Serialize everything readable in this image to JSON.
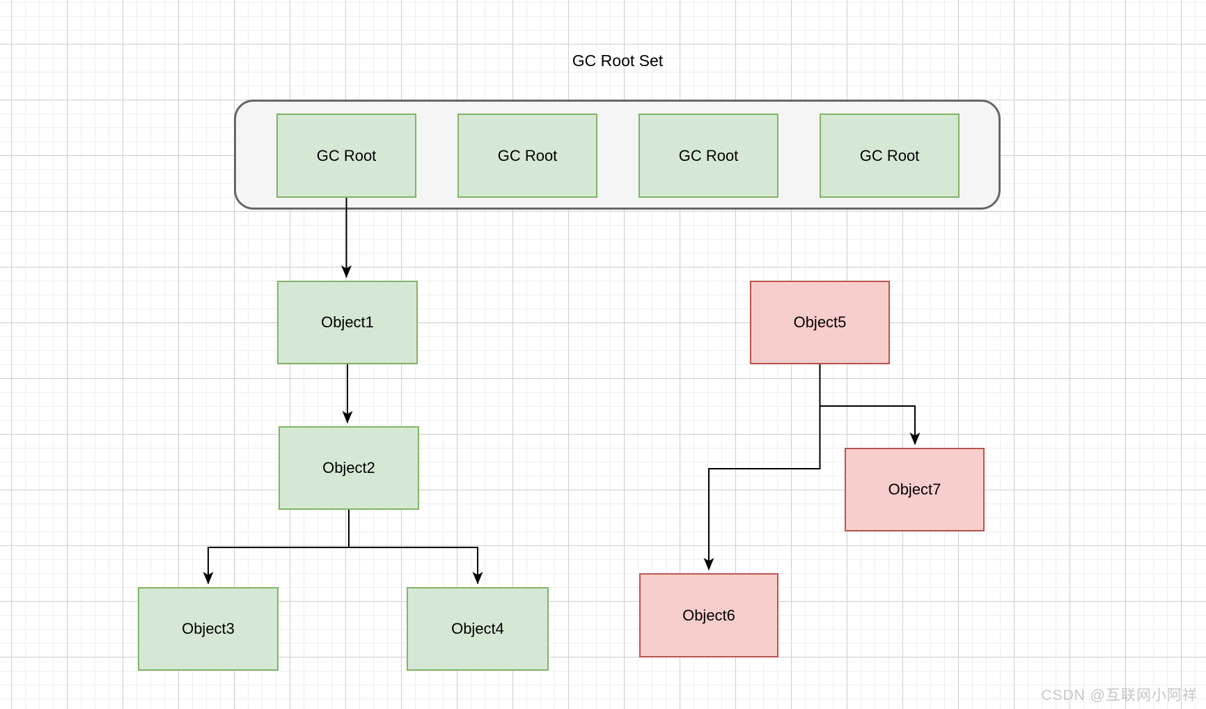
{
  "title": "GC Root Set",
  "root_set": {
    "items": [
      {
        "label": "GC Root"
      },
      {
        "label": "GC Root"
      },
      {
        "label": "GC Root"
      },
      {
        "label": "GC Root"
      }
    ]
  },
  "objects": [
    {
      "label": "Object1",
      "status": "reachable"
    },
    {
      "label": "Object2",
      "status": "reachable"
    },
    {
      "label": "Object3",
      "status": "reachable"
    },
    {
      "label": "Object4",
      "status": "reachable"
    },
    {
      "label": "Object5",
      "status": "unreachable"
    },
    {
      "label": "Object6",
      "status": "unreachable"
    },
    {
      "label": "Object7",
      "status": "unreachable"
    }
  ],
  "watermark": "CSDN @互联网小阿祥",
  "colors": {
    "reachable_fill": "#d5e8d4",
    "reachable_border": "#82b366",
    "unreachable_fill": "#f8cecc",
    "unreachable_border": "#b85450",
    "container_fill": "#f5f5f5",
    "container_border": "#666666",
    "edge": "#000000",
    "grid_major": "#cdcdcd",
    "grid_minor": "#f0eff0",
    "watermark": "#c8c6c5"
  }
}
